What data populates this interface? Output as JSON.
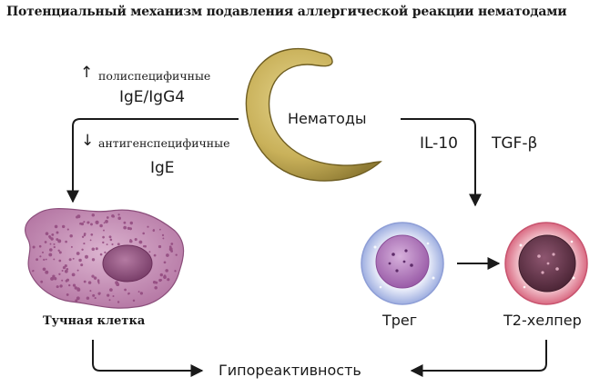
{
  "title": "Потенциальный механизм подавления аллергической реакции нематодами",
  "left_branch": {
    "up_arrow": "↑",
    "up_text": "полиспецифичные",
    "up_antibody": "IgE/IgG4",
    "down_arrow": "↓",
    "down_text": "антигенспецифичные",
    "down_antibody": "IgE"
  },
  "right_branch": {
    "cytokine_1": "IL-10",
    "cytokine_2": "TGF-β"
  },
  "nodes": {
    "nematodes": "Нематоды",
    "mast_cell": "Тучная клетка",
    "treg": "Трег",
    "th2": "Т2-хелпер",
    "outcome": "Гипореактивность"
  },
  "colors": {
    "worm": "#c9b15a",
    "mast_cell": "#c98fb8",
    "treg_ring": "#c9d2f0",
    "treg_core": "#b781c0",
    "th2_ring": "#e49aa8",
    "th2_core": "#6b3a4e",
    "arrow": "#1a1a1a"
  }
}
